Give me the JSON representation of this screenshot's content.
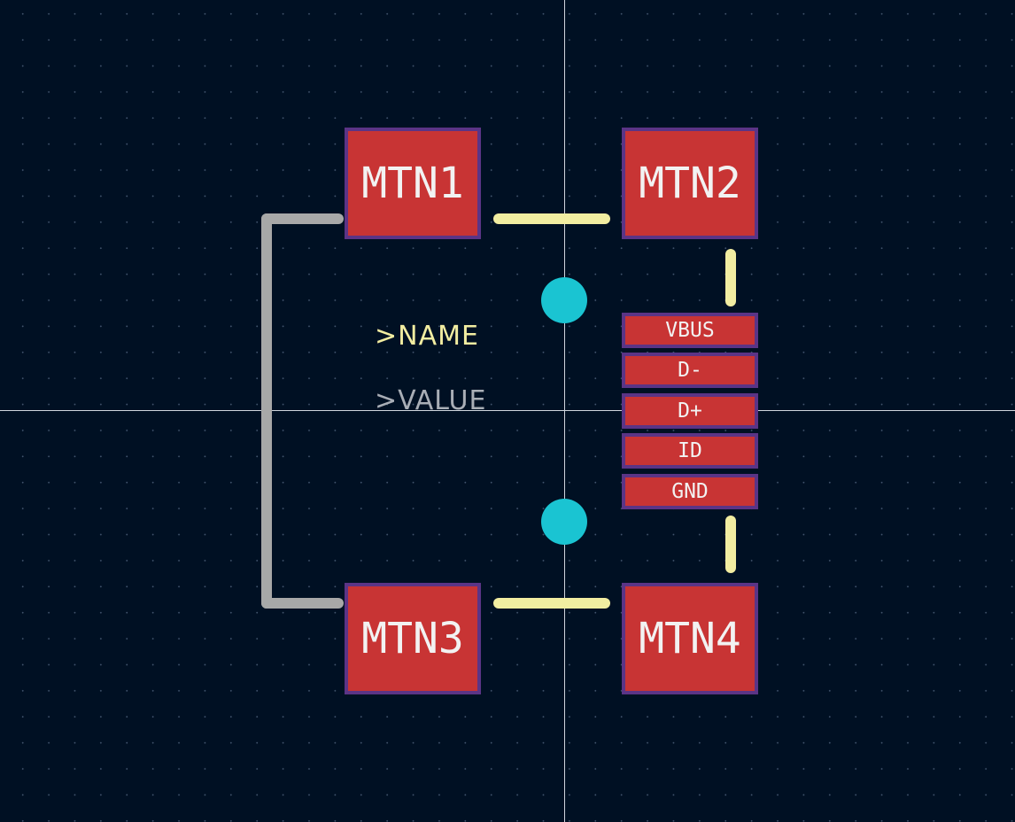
{
  "colors": {
    "background": "#001023",
    "pad_fill": "#c83434",
    "pad_outline": "#5b3486",
    "pad_text": "#f2f2f2",
    "silkscreen_yellow": "#f2eda1",
    "fab_gray": "#a8a8a8",
    "drill_hole": "#1ac4d2",
    "crosshair": "#d0d6de",
    "name_text": "#f2eda1",
    "value_text": "#a9aeb6"
  },
  "pads": {
    "mtn1": "MTN1",
    "mtn2": "MTN2",
    "mtn3": "MTN3",
    "mtn4": "MTN4",
    "vbus": "VBUS",
    "d_minus": "D-",
    "d_plus": "D+",
    "id": "ID",
    "gnd": "GND"
  },
  "labels": {
    "name": ">NAME",
    "value": ">VALUE"
  }
}
